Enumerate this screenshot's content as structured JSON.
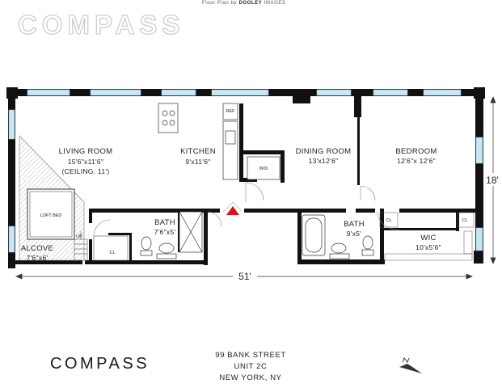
{
  "header": {
    "credit_prefix": "Floor Plan by",
    "credit_brand": "DOOLEY",
    "credit_suffix": "IMAGES",
    "logo_top": "COMPASS"
  },
  "rooms": {
    "living": {
      "name": "LIVING ROOM",
      "dims": "15'6\"x11'6\"",
      "note": "(CEILING: 11')"
    },
    "kitchen": {
      "name": "KITCHEN",
      "dims": "9'x11'6\""
    },
    "dining": {
      "name": "DINING ROOM",
      "dims": "13'x12'6\""
    },
    "bedroom": {
      "name": "BEDROOM",
      "dims": "12'6\"x 12'6\""
    },
    "bath1": {
      "name": "BATH",
      "dims": "7'6\"x5'"
    },
    "bath2": {
      "name": "BATH",
      "dims": "9'x5'"
    },
    "alcove": {
      "name": "ALCOVE",
      "dims": "7'6\"x6'"
    },
    "wic": {
      "name": "WIC",
      "dims": "10'x5'6\""
    }
  },
  "fixtures": {
    "ref": "REF",
    "wd": "W/D",
    "loft_bed": "LOFT BED",
    "up": "UP",
    "closet_a": "CL",
    "closet_b": "CL",
    "closet_c": "CL"
  },
  "dimensions": {
    "width": "51'",
    "height": "18'"
  },
  "footer": {
    "logo": "COMPASS",
    "address_line1": "99 BANK STREET",
    "address_line2": "UNIT 2C",
    "address_line3": "NEW YORK, NY"
  },
  "colors": {
    "wall": "#111111",
    "window": "#c9e6f2",
    "entry_marker": "#e0101a",
    "logo_outline": "#c4c4c4"
  },
  "icons": [
    "north-arrow-icon",
    "entry-marker-icon"
  ]
}
